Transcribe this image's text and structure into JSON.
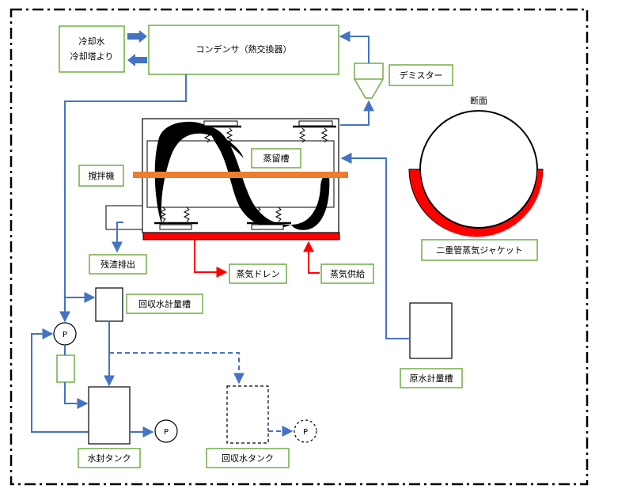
{
  "labels": {
    "cooling_water_line1": "冷却水",
    "cooling_water_line2": "冷却塔より",
    "condenser": "コンデンサ（熱交換器）",
    "demister": "デミスター",
    "cross_section_title": "断面",
    "evaporation_tank": "蒸留槽",
    "agitator": "撹拌機",
    "residue_discharge": "残渣排出",
    "steam_drain": "蒸気ドレン",
    "steam_supply": "蒸気供給",
    "double_tube_jacket": "二重管蒸気ジャケット",
    "recovered_water_meter_tank": "回収水計量槽",
    "raw_water_meter_tank": "原水計量槽",
    "water_seal_tank": "水封タンク",
    "recovered_water_tank": "回収水タンク",
    "pump_symbol": "P"
  },
  "colors": {
    "pipe_blue": "#4472c4",
    "label_border_green": "#70ad47",
    "steam_red": "#ff0000",
    "agitator_orange": "#ed7d31",
    "frame_black": "#000000"
  }
}
